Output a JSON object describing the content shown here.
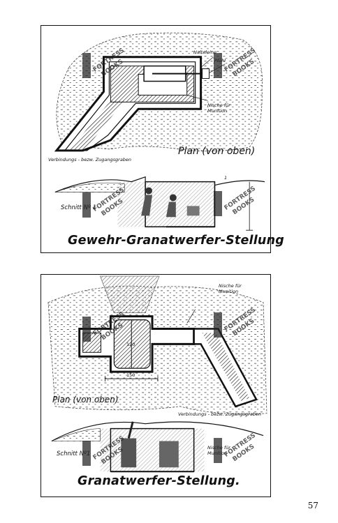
{
  "top_figure": {
    "labels": {
      "holding_rope": "Halteleine",
      "stake": "Pfahl",
      "ammo_niche": "Nische für\nMunition",
      "trench": "Verbindungs - bezw. Zugangsgraben",
      "plan": "Plan (von oben)",
      "section": "Schnitt Nº 1",
      "section_mark": "1"
    },
    "title": "Gewehr-Granatwerfer-Stellung"
  },
  "bottom_figure": {
    "labels": {
      "ammo_niche_top": "Nische für\nMunition",
      "dim_inner": "120",
      "dim_width": "150",
      "plan": "Plan (von oben)",
      "trench": "Verbindungs - bezw. Zugangsgraben",
      "ammo_niche_section": "Nische für\nMunition",
      "section": "Schnitt Nº1"
    },
    "title": "Granatwerfer-Stellung."
  },
  "watermark": {
    "line1": "FORTRESS",
    "line2": "BOOKS"
  },
  "page_number": "57"
}
